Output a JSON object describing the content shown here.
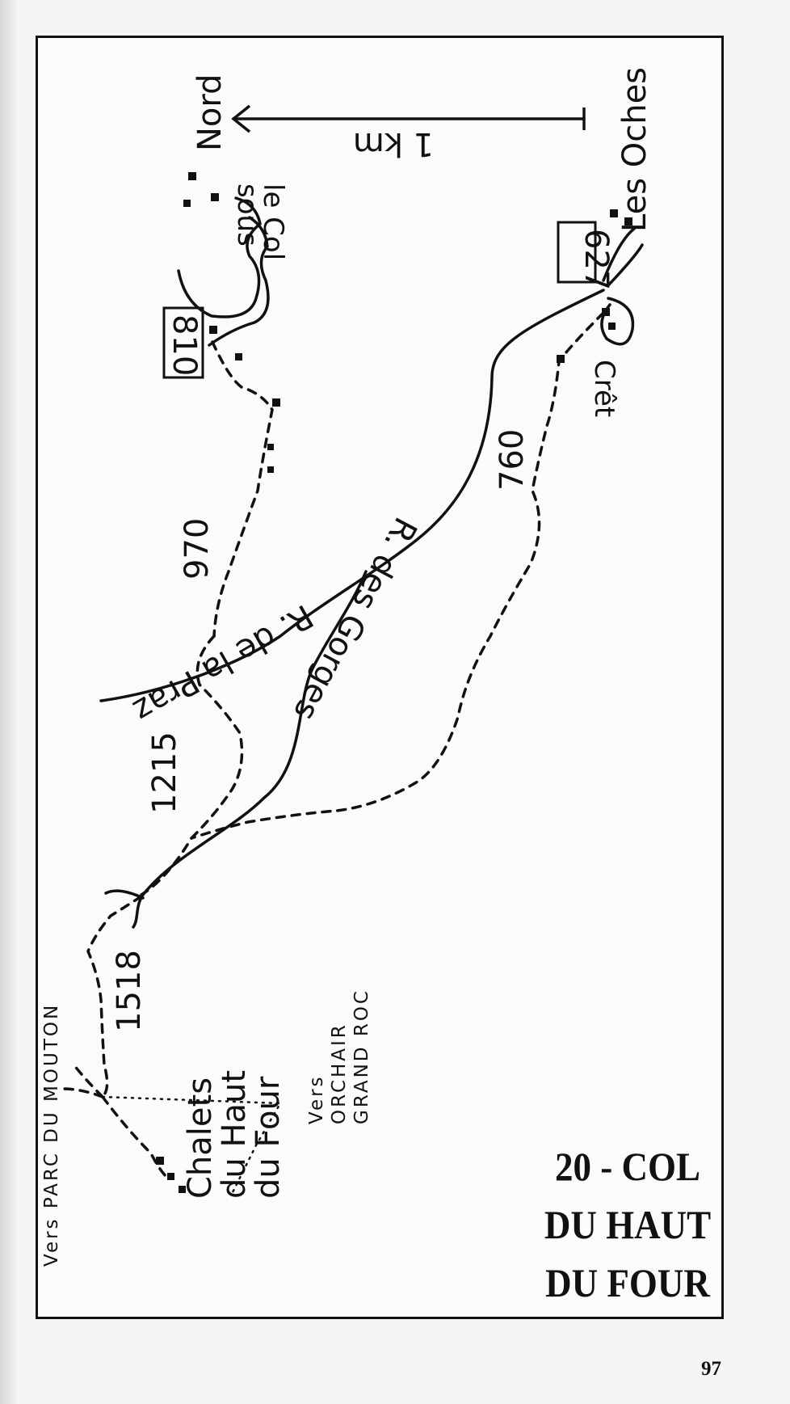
{
  "map": {
    "title_lines": [
      "20 - COL",
      "DU HAUT",
      "DU FOUR"
    ],
    "page_number": "97",
    "scale_label": "1 km",
    "north_label": "Nord",
    "places": {
      "les_oches": "Les Oches",
      "sous_le_col_1": "sous",
      "sous_le_col_2": "le Col",
      "cret": "Crêt",
      "chalets_1": "Chalets",
      "chalets_2": "du Haut",
      "chalets_3": "du Four"
    },
    "roads": {
      "gorges": "R. des Gorges",
      "praz": "R. de la Praz"
    },
    "directions": {
      "parc_du_mouton": "Vers PARC DU MOUTON",
      "orchair_1": "Vers",
      "orchair_2": "ORCHAIR",
      "orchair_3": "GRAND ROC"
    },
    "altitudes": {
      "a627": "627",
      "a810": "810",
      "a760": "760",
      "a970": "970",
      "a1215": "1215",
      "a1518": "1518"
    }
  }
}
